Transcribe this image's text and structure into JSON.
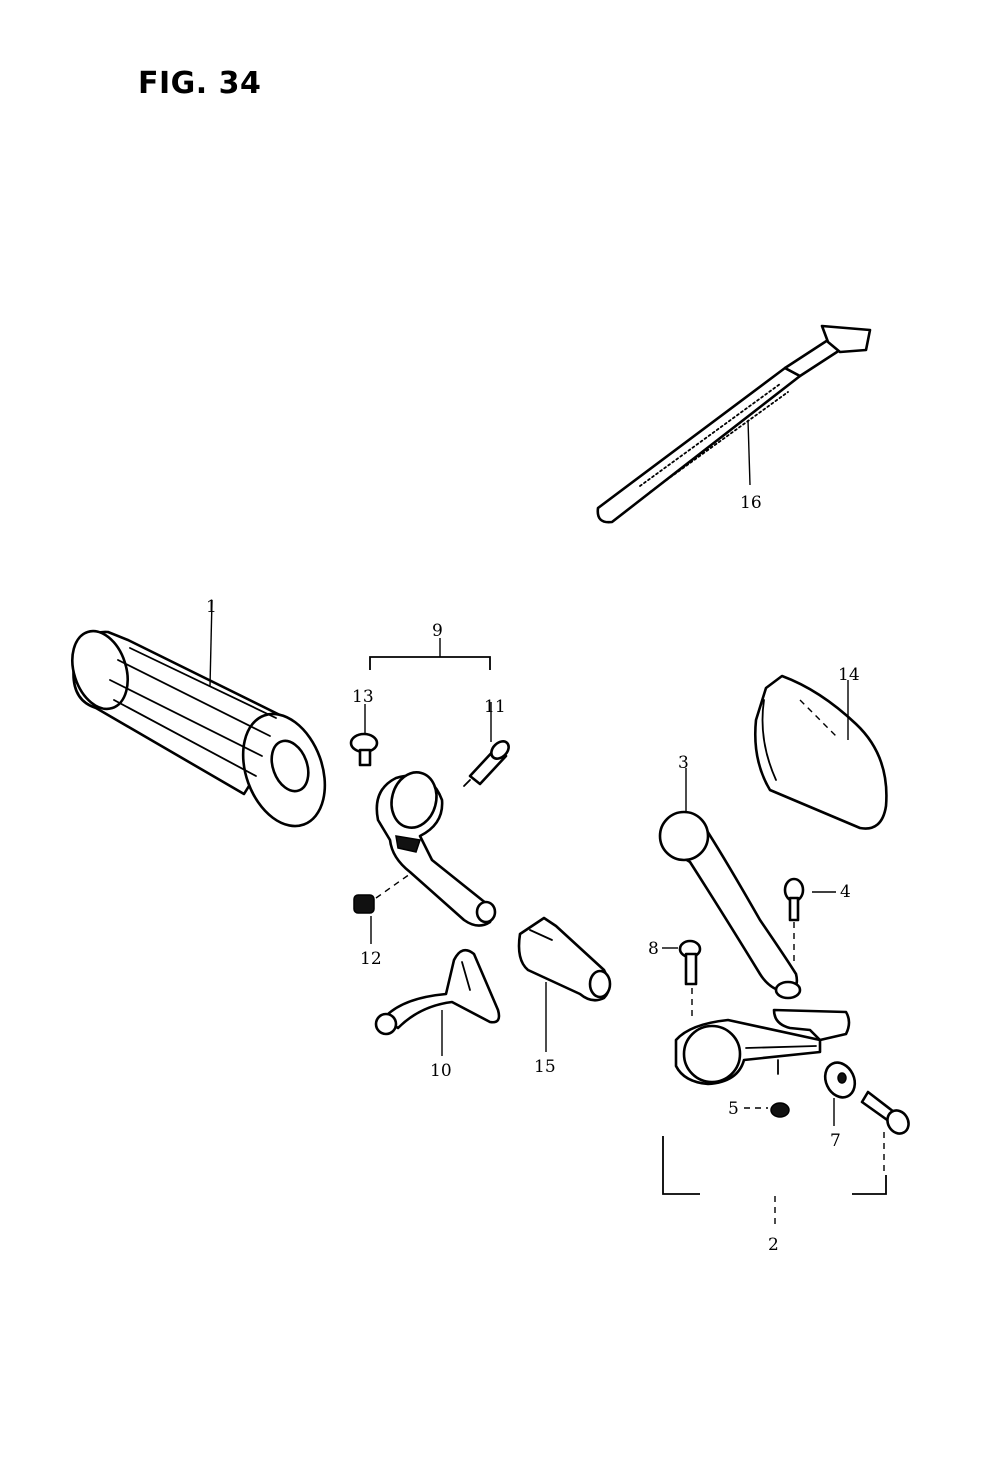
{
  "figure": {
    "title": "FIG. 34"
  },
  "labels": {
    "grip": "1",
    "assembly_bottom": "2",
    "lever": "3",
    "bolt_4": "4",
    "nut_5": "5",
    "bracket_label": "9",
    "washer_7": "7",
    "bolt_8": "8",
    "holder_10": "10",
    "screw_11": "11",
    "nut_12": "12",
    "bolt_13": "13",
    "cover_14": "14",
    "holder_15": "15",
    "cable_tie": "16"
  }
}
